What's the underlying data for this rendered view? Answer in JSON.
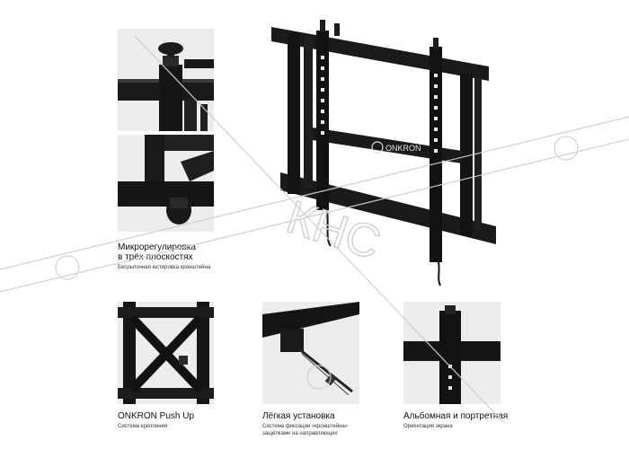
{
  "brand": {
    "logo_text": "ONKRON"
  },
  "watermark": {
    "text": "КНС"
  },
  "features": {
    "micro": {
      "title_line1": "Микрорегулировка",
      "title_line2": "в трёх плоскостях",
      "subtitle": "Бесрыточная юстировка кронштейна"
    },
    "pushup": {
      "title": "ONKRON Push Up",
      "subtitle": "Система крепления"
    },
    "install": {
      "title": "Лёгкая установка",
      "subtitle_line1": "Система фиксации «кронштейна»",
      "subtitle_line2": "защёлками на направляющих"
    },
    "orientation": {
      "title": "Альбомная и портретная",
      "subtitle": "Ориентация экрана"
    }
  },
  "colors": {
    "metal": "#1a1a1a",
    "photo_bg": "#eeeeee",
    "watermark": "#cfcfcf"
  }
}
